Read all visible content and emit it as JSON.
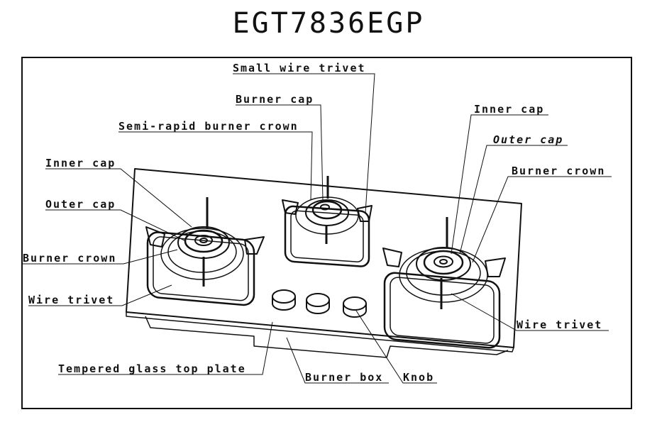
{
  "title": "EGT7836EGP",
  "labels": {
    "small_wire_trivet": "Small wire trivet",
    "burner_cap_center": "Burner cap",
    "semi_rapid_burner_crown": "Semi-rapid burner crown",
    "inner_cap_left": "Inner cap",
    "outer_cap_left": "Outer cap",
    "burner_crown_left": "Burner crown",
    "wire_trivet_left": "Wire trivet",
    "inner_cap_right": "Inner cap",
    "outer_cap_right": "Outer cap",
    "burner_crown_right": "Burner crown",
    "wire_trivet_right": "Wire trivet",
    "tempered_glass_top_plate": "Tempered glass top plate",
    "burner_box": "Burner box",
    "knob": "Knob"
  }
}
